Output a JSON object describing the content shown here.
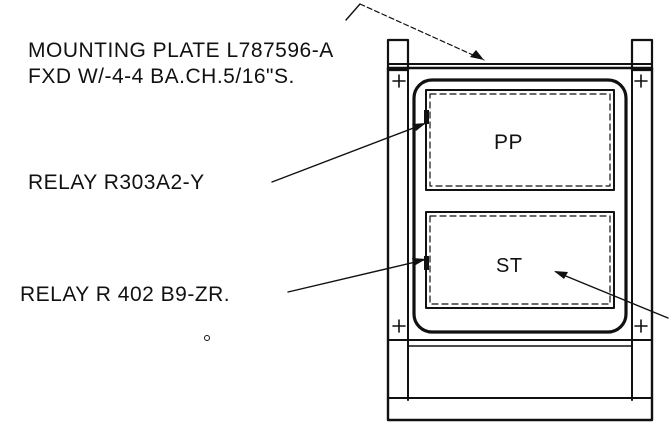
{
  "labels": {
    "mounting_plate_line1": "MOUNTING PLATE L787596-A",
    "mounting_plate_line2": "FXD W/-4-4 BA.CH.5/16\"S.",
    "relay_upper": "RELAY R303A2-Y",
    "relay_lower": "RELAY R 402 B9-ZR.",
    "relay_pp": "PP",
    "relay_st": "ST"
  },
  "colors": {
    "ink": "#111111",
    "paper": "#ffffff"
  }
}
